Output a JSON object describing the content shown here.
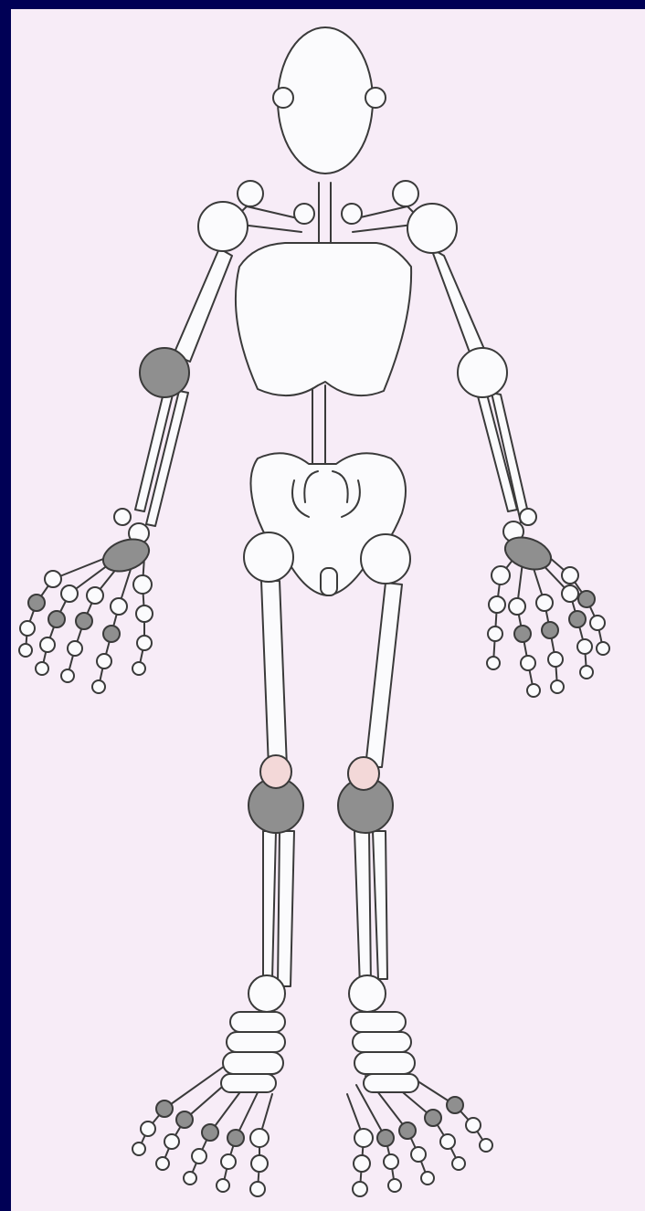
{
  "colors": {
    "frame": "#000055",
    "background": "#f7ecf7",
    "highlighted_joint": "#8f8f8f",
    "knee_cap": "#f3d8d8",
    "outline": "#3a3a3a"
  },
  "highlighted_joints": [
    "right-elbow",
    "right-wrist",
    "left-wrist",
    "right-knee",
    "left-knee"
  ]
}
